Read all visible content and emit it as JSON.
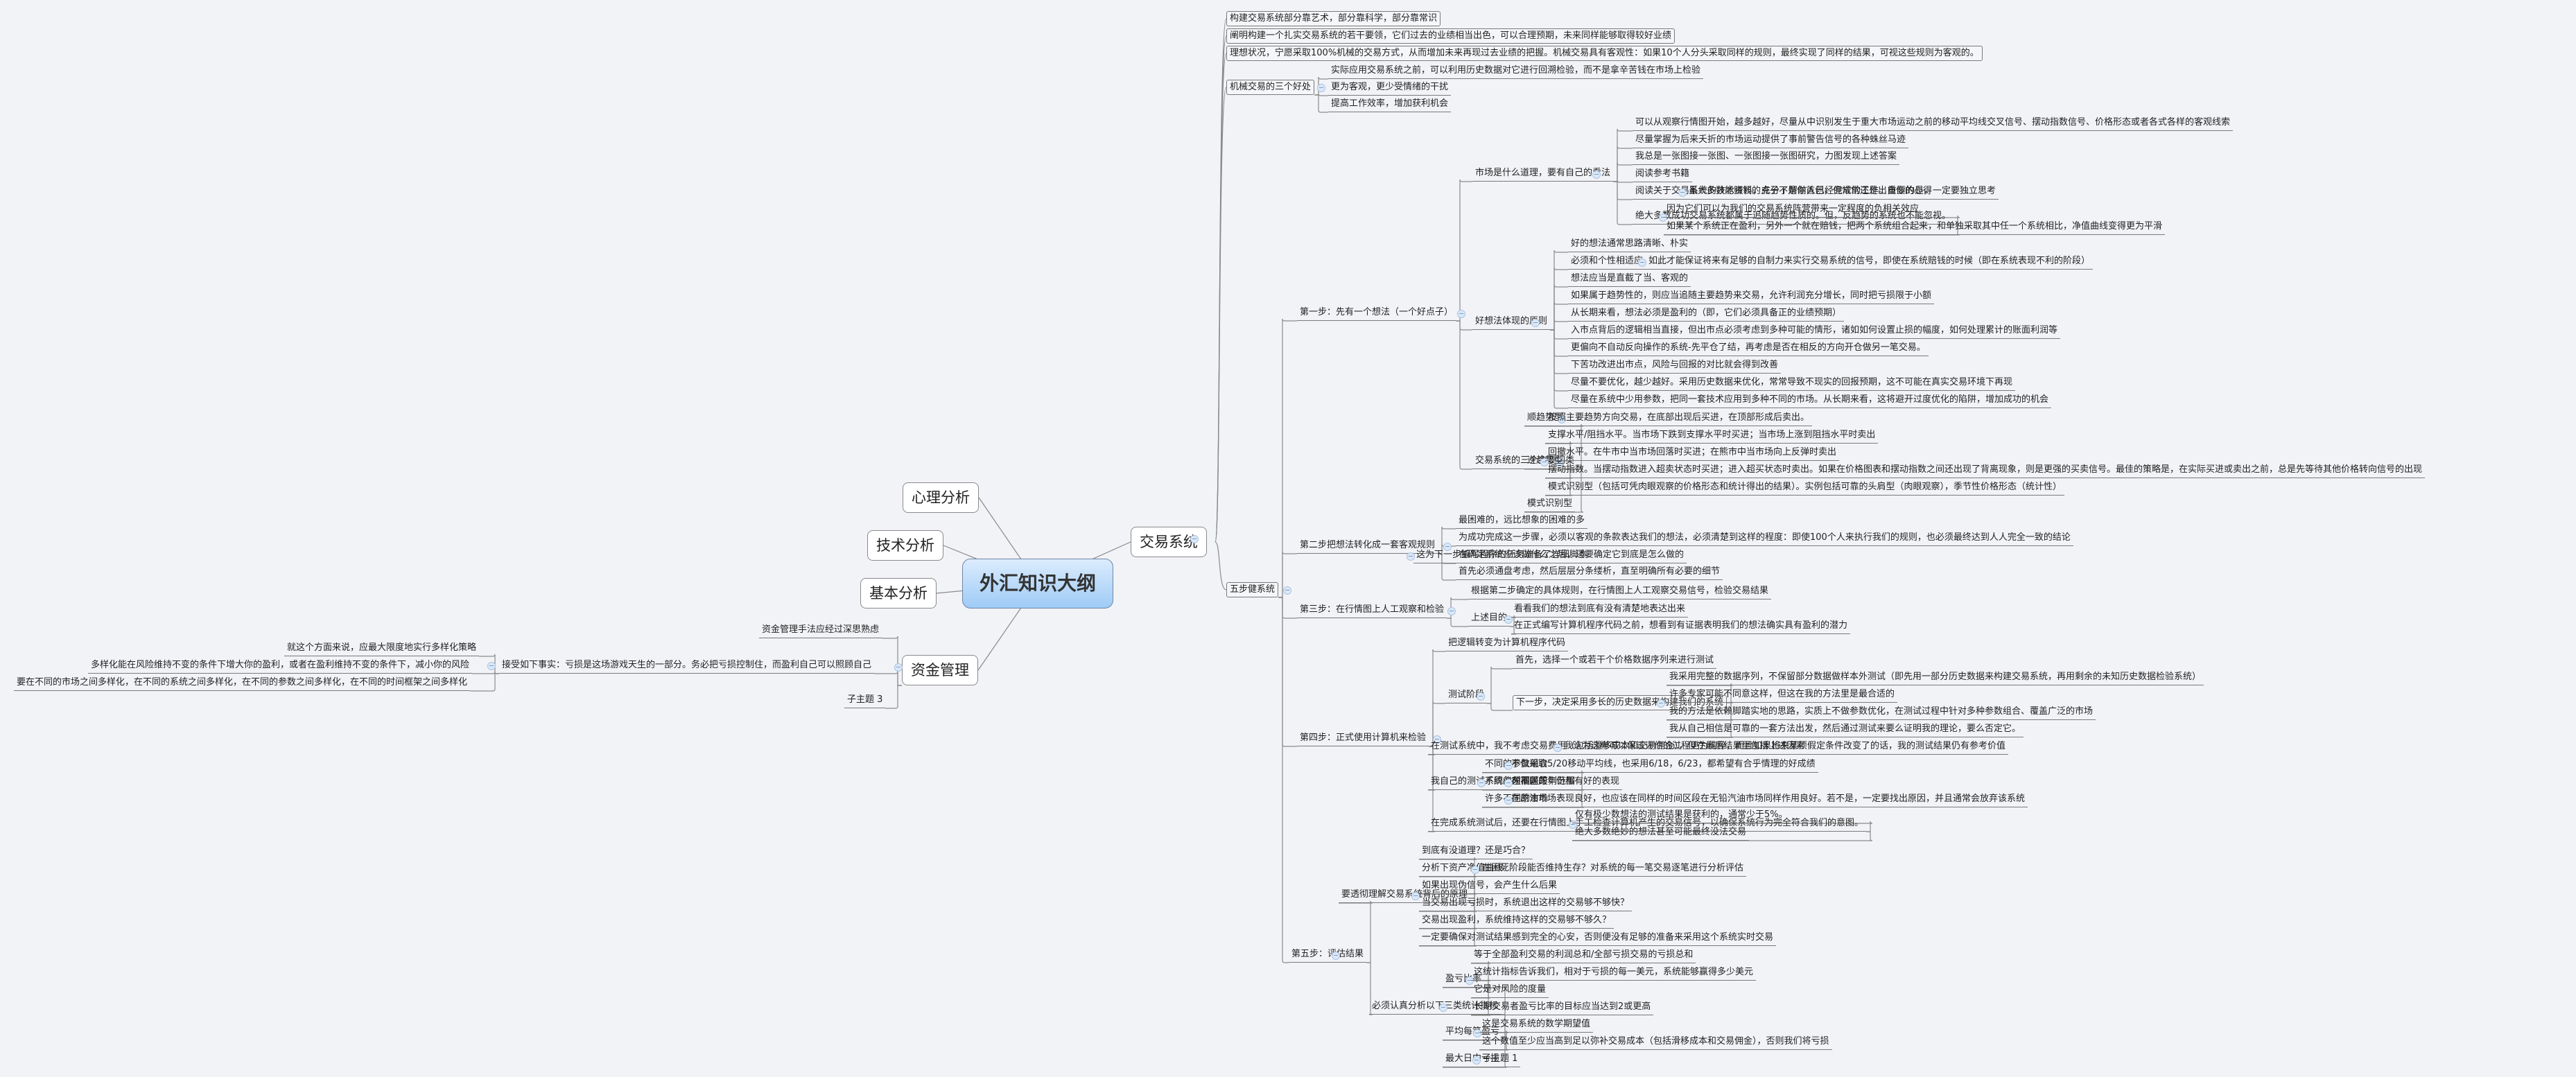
{
  "root": {
    "title": "外汇知识大纲"
  },
  "left": {
    "psychology": "心理分析",
    "technical": "技术分析",
    "fundamental": "基本分析",
    "money": {
      "label": "资金管理",
      "children": [
        "资金管理手法应经过深思熟虑",
        "接受如下事实：亏损是这场游戏天生的一部分。务必把亏损控制住，而盈利自己可以照顾自己",
        "子主题 3"
      ],
      "accept_children": [
        "就这个方面来说，应最大限度地实行多样化策略",
        "多样化能在风险维持不变的条件下增大你的盈利，或者在盈利维持不变的条件下，减小你的风险",
        "要在不同的市场之间多样化，在不同的系统之间多样化，在不同的参数之间多样化，在不同的时间框架之间多样化"
      ]
    }
  },
  "system": {
    "label": "交易系统",
    "top": [
      "构建交易系统部分靠艺术，部分靠科学，部分靠常识",
      "阐明构建一个扎实交易系统的若干要领，它们过去的业绩相当出色，可以合理预期，未来同样能够取得较好业绩",
      "理想状况，宁愿采取100%机械的交易方式，从而增加未来再现过去业绩的把握。机械交易具有客观性：如果10个人分头采取同样的规则，最终实现了同样的结果，可视这些规则为客观的。"
    ],
    "benefits": {
      "label": "机械交易的三个好处",
      "items": [
        "实际应用交易系统之前，可以利用历史数据对它进行回溯检验，而不是拿辛苦钱在市场上检验",
        "更为客观，更少受情绪的干扰",
        "提高工作效率，增加获利机会"
      ]
    },
    "five": {
      "label": "五步健系统",
      "step1": {
        "label": "第一步：先有一个想法（一个好点子）",
        "market": {
          "label": "市场是什么道理，要有自己的看法",
          "items": [
            "可以从观察行情图开始，越多越好，尽量从中识别发生于重大市场运动之前的移动平均线交叉信号、摆动指数信号、价格形态或者各式各样的客观线索",
            "尽量掌握为后来夭折的市场运动提供了事前警告信号的各种蛛丝马迹",
            "我总是一张图接一张图、一张图接一张图研究，力图发现上述答案",
            "阅读参考书籍",
            "阅读关于交易系统的技术资料，充分了解前人已经完成的工作。重要的是，一定要独立思考",
            "绝大多数成功交易系统都属于追随趋势性质的。但，反趋势的系统也不能忽视。"
          ],
          "think_child": "虽大多数能赚钱的点子不是你首创，但常常还是出自你的心得",
          "counter_children": [
            "因为它们可以为我们的交易系统阵营带来一定程度的负相关效应",
            "如果某个系统正在盈利，另外一个就在赔钱，把两个系统组合起来，和单独采取其中任一个系统相比，净值曲线变得更为平滑"
          ]
        },
        "principles": {
          "label": "好想法体现的原则",
          "items": [
            "好的想法通常思路清晰、朴实",
            "必须和个性相适应",
            "想法应当是直截了当、客观的",
            "如果属于趋势性的，则应当追随主要趋势来交易，允许利润充分增长，同时把亏损限于小额",
            "从长期来看，想法必须是盈利的（即，它们必须具备正的业绩预期）",
            "入市点背后的逻辑相当直接，但出市点必须考虑到多种可能的情形，诸如如何设置止损的幅度，如何处理累计的账面利润等",
            "更偏向不自动反向操作的系统-先平仓了结，再考虑是否在相反的方向开仓做另一笔交易。",
            "下苦功改进出市点，风险与回报的对比就会得到改善",
            "尽量不要优化，越少越好。采用历史数据来优化，常常导致不现实的回报预期，这不可能在真实交易环境下再现",
            "尽量在系统中少用参数，把同一套技术应用到多种不同的市场。从长期来看，这将避开过度优化的陷阱，增加成功的机会"
          ],
          "personality_child": "如此才能保证将来有足够的自制力来实行交易系统的信号，即使在系统赔钱的时候（即在系统表现不利的阶段）"
        },
        "categories": {
          "label": "交易系统的三个主要门类",
          "trend": "顺趋势型",
          "trend_child": "按照主要趋势方向交易，在底部出现后买进，在顶部形成后卖出。",
          "counter": "逆趋势型",
          "counter_children": [
            "支撑水平/阻挡水平。当市场下跌到支撑水平时买进；当市场上涨到阻挡水平时卖出",
            "回撤水平。在牛市中当市场回落时买进；在熊市中当市场向上反弹时卖出",
            "摆动指数。当摆动指数进入超卖状态时买进；进入超买状态时卖出。如果在价格图表和摆动指数之间还出现了背离现象，则是更强的买卖信号。最佳的策略是，在实际买进或卖出之前，总是先等待其他价格转向信号的出现",
            "模式识别型（包括可凭肉眼观察的价格形态和统计得出的结果）。实例包括可靠的头肩型（肉眼观察），季节性价格形态（统计性）"
          ],
          "pattern": "模式识别型"
        }
      },
      "step2": {
        "label": "第二步把想法转化成一套客观规则",
        "items": [
          "最困难的，远比想象的困难的多",
          "为成功完成这一步骤，必须以客观的条款表达我们的想法，必须清楚到这样的程度：即使100个人来执行我们的规则，也必须最终达到人人完全一致的结论",
          "在确定系统应该做什么之后，还要确定它到底是怎么做的",
          "首先必须通盘考虑，然后层层分条缕析，直至明确所有必要的细节"
        ],
        "how_child": "这为下一步编写程序的任务准备了详细脚本"
      },
      "step3": {
        "label": "第三步：在行情图上人工观察和检验",
        "items": [
          "根据第二步确定的具体规则，在行情图上人工观察交易信号，检验交易结果",
          "上述目的"
        ],
        "purpose_children": [
          "看看我们的想法到底有没有清楚地表达出来",
          "在正式编写计算机程序代码之前，想看到有证据表明我们的想法确实具有盈利的潜力"
        ]
      },
      "step4": {
        "label": "第四步：正式使用计算机来检验",
        "code": "把逻辑转变为计算机程序代码",
        "test_phase": "测试阶段",
        "test_children": [
          "首先，选择一个或若干个价格数据序列来进行测试",
          "下一步，决定采用多长的历史数据来构建我们的系统"
        ],
        "history_children": [
          "我采用完整的数据序列，不保留部分数据做样本外测试（即先用一部分历史数据来构建交易系统，再用剩余的未知历史数据检验系统）",
          "许多专家可能不同意这样，但这在我的方法里是最合适的",
          "我的方法是依赖脚踏实地的思路，实质上不做参数优化，在测试过程中针对多种参数组合、覆盖广泛的市场",
          "我从自己相信是可靠的一套方法出发，然后通过测试来要么证明我的理论，要么否定它。"
        ],
        "cost": "在测试系统中，我不考虑交易费用（包括滑移成本和交易佣金），但在最后结果里包括上述因素",
        "cost_child": "我认为这样可以保证评估的过程更为纯粹，而且如果将来某项假定条件改变了的话，我的测试结果仍有参考价值",
        "cover": "我自己的测试系统必须覆盖下列范围",
        "cover_items": [
          {
            "label": "不同的参数组合",
            "child": "不仅采取5/20移动平均线，也采用6/18，6/23，都希望有合乎情理的好成绩"
          },
          {
            "label": "不同的时间区段",
            "child": "在不同的年份都有好的表现"
          },
          {
            "label": "许多不同的市场",
            "child": "在原油市场表现良好，也应该在同样的时间区段在无铅汽油市场同样作用良好。若不是，一定要找出原因，并且通常会放弃该系统"
          }
        ],
        "after": "在完成系统测试后，还要在行情图上手工检查计算机产生的交易信号，以确保系统行为完全符合我们的意图。",
        "after_children": [
          "仅有极少数想法的测试结果是获利的，通常少于5%。",
          "绝大多数绝妙的想法甚至可能最终没法交易"
        ]
      },
      "step5": {
        "label": "第五步：评估结果",
        "principle": {
          "label": "要透彻理解交易系统背后的原理",
          "items": [
            "到底有没道理？还是巧合？",
            "分析下资产净值曲线。",
            "如果出现伪信号，会产生什么后果",
            "当交易出现亏损时，系统退出这样的交易够不够快？",
            "交易出现盈利，系统维持这样的交易够不够久？",
            "一定要确保对测试结果感到完全的心安，否则便没有足够的准备来采用这个系统实时交易"
          ],
          "equity_child": "在困死阶段能否维持生存？对系统的每一笔交易逐笔进行分析评估"
        },
        "stats": {
          "label": "必须认真分析以下三类统计指标",
          "ratio": "盈亏比率",
          "ratio_items": [
            "等于全部盈利交易的利润总和/全部亏损交易的亏损总和",
            "这统计指标告诉我们，相对于亏损的每一美元，系统能够赢得多少美元",
            "它是对风险的度量",
            "长期交易者盈亏比率的目标应当达到2或更高"
          ],
          "avg": "平均每笔盈亏",
          "avg_items": [
            "这是交易系统的数学期望值",
            "这个数值至少应当高到足以弥补交易成本（包括滑移成本和交易佣金），否则我们将亏损"
          ],
          "maxloss": "最大日内亏损",
          "maxloss_child": "子主题 1"
        }
      }
    }
  }
}
